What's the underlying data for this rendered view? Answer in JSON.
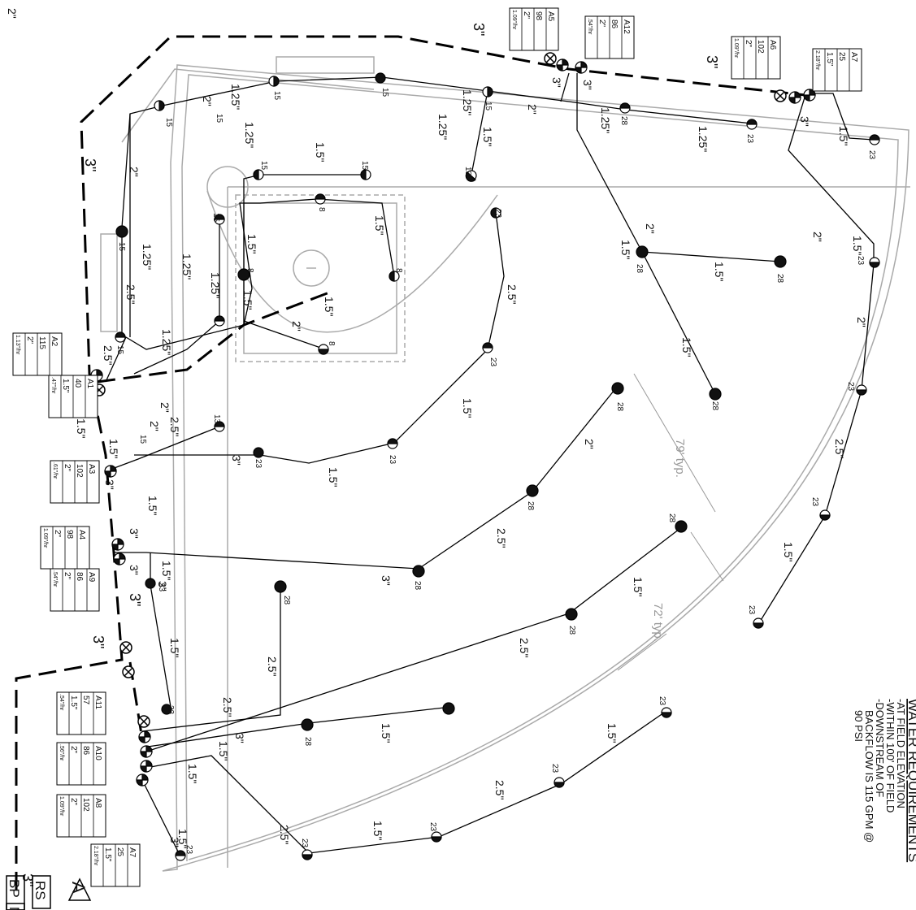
{
  "notes": {
    "title": "WATER REQUIREMENTS",
    "lines": [
      "-AT FIELD ELEVATION",
      "-WITHIN 100' OF FIELD",
      "-DOWNSTREAM OF",
      "BACKFLOW IS 115 GPM @",
      "90 PSI"
    ]
  },
  "legend": {
    "sheet_letter": "A",
    "codes": [
      "RS",
      "BP",
      "M"
    ]
  },
  "dimensions": {
    "spacing_a": "79' typ.",
    "spacing_b": "72' typ."
  },
  "valves": [
    {
      "id": "A1",
      "gpm": "40",
      "size": "1.5\"",
      "rate": ".47\"/hr"
    },
    {
      "id": "A2",
      "gpm": "115",
      "size": "2\"",
      "rate": "1.13\"/hr"
    },
    {
      "id": "A3",
      "gpm": "102",
      "size": "2\"",
      "rate": ".61\"/hr"
    },
    {
      "id": "A4",
      "gpm": "98",
      "size": "2\"",
      "rate": "1.09\"/hr"
    },
    {
      "id": "A9",
      "gpm": "86",
      "size": "2\"",
      "rate": ".54\"/hr"
    },
    {
      "id": "A11",
      "gpm": "57",
      "size": "1.5\"",
      "rate": ".54\"/hr"
    },
    {
      "id": "A10",
      "gpm": "86",
      "size": "2\"",
      "rate": ".56\"/hr"
    },
    {
      "id": "A8",
      "gpm": "102",
      "size": "2\"",
      "rate": "1.09\"/hr"
    },
    {
      "id": "A7",
      "gpm": "25",
      "size": "1.5\"",
      "rate": "2.18\"/hr"
    },
    {
      "id": "A5",
      "gpm": "98",
      "size": "2\"",
      "rate": "1.09\"/hr"
    },
    {
      "id": "A12",
      "gpm": "86",
      "size": "2\"",
      "rate": ".54\"/hr"
    },
    {
      "id": "A6",
      "gpm": "102",
      "size": "2\"",
      "rate": "1.09\"/hr"
    },
    {
      "id": "A7",
      "gpm": "25",
      "size": "1.5\"",
      "rate": "2.18\"/hr"
    }
  ],
  "pipe_labels": [
    "3\"",
    "3\"",
    "3\"",
    "3\"",
    "3\"",
    "3\"",
    "1.5\"",
    "1.5\"",
    "2\"",
    "2\"",
    "1.25\"",
    "1.25\"",
    "1.5\"",
    "1.25\"",
    "1.25\"",
    "1.5\"",
    "1.25\"",
    "1.25\"",
    "1.5\"",
    "1.25\"",
    "1.5\"",
    "2.5\"",
    "2\"",
    "1.25\"",
    "1.5\"",
    "2\"",
    "1.25\"",
    "1.25\"",
    "1.5\"",
    "1.5\"",
    "2\"",
    "2.5\"",
    "1.5\"",
    "1.5\"",
    "2.5\"",
    "1.5\"",
    "1.5\"",
    "2.5\"",
    "2.5\"",
    "1.5\"",
    "1.5\"",
    "2.5\"",
    "1.5\"",
    "2\"",
    "2.5\"",
    "1.5\"",
    "1.5\"",
    "2\"",
    "1.5\"",
    "2.5\"",
    "1.5\"",
    "1.5\"",
    "1.5\"",
    "1.5\"",
    "2\"",
    "2.5\"",
    "2\"",
    "1.5\"",
    "2.5\"",
    "2.5\"",
    "1.5\"",
    "1.5\"",
    "3\"",
    "3\"",
    "3\"",
    "3\"",
    "3\"",
    "3\"",
    "3\"",
    "3\"",
    "3\"",
    "3\"",
    "3\"",
    "2\"",
    "2\""
  ],
  "head_labels": [
    "15",
    "15",
    "15",
    "15",
    "15",
    "15",
    "15",
    "15",
    "15",
    "15",
    "13",
    "13",
    "15",
    "8",
    "8",
    "8",
    "8",
    "23",
    "23",
    "23",
    "23",
    "23",
    "23",
    "23",
    "23",
    "23",
    "23",
    "23",
    "23",
    "23",
    "23",
    "23",
    "23",
    "23",
    "28",
    "28",
    "28",
    "28",
    "28",
    "28",
    "28",
    "28",
    "28",
    "28",
    "28"
  ]
}
